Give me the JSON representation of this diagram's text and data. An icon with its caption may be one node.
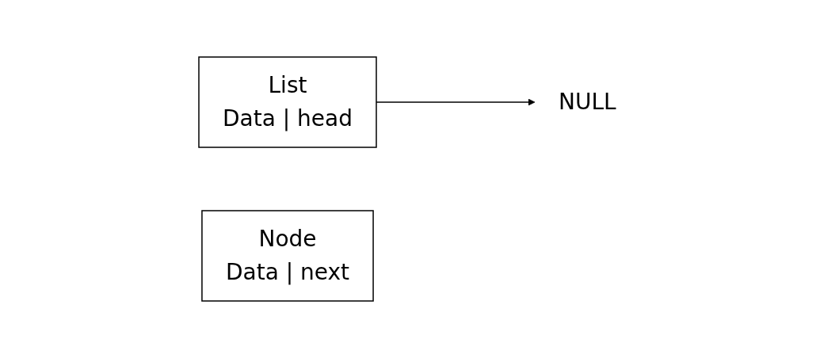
{
  "diagram": {
    "nodes": [
      {
        "text": [
          "List",
          "Data      | head"
        ]
      },
      {
        "text": [
          "NULL"
        ]
      },
      {
        "text": [
          "Node",
          "Data      | next"
        ]
      }
    ],
    "edges": [
      {
        "from": 0,
        "to": 1,
        "arrow": "to"
      }
    ]
  }
}
